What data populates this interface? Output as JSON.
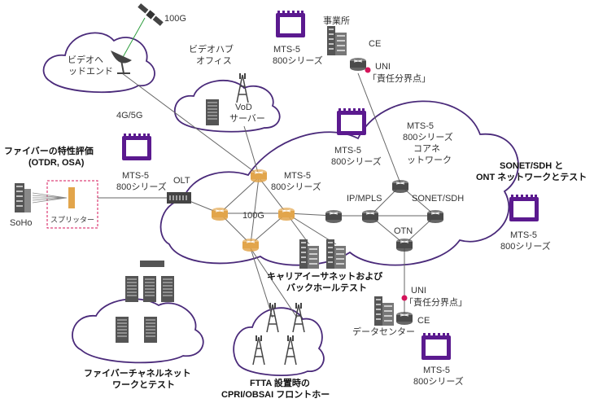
{
  "colors": {
    "cloud": "#4a2a7a",
    "device": "#5b1a8f",
    "router_gold": "#e2a54b",
    "router_dark": "#4a4a4a",
    "link": "#666666",
    "uni_dot": "#d4145a",
    "splitter_box": "#d4145a",
    "satellite_link": "#2e9e3e"
  },
  "icons": {
    "satellite": "satellite-icon",
    "dish": "satellite-dish-icon",
    "tower": "cell-tower-icon",
    "building": "building-icon",
    "server": "server-icon",
    "router": "router-icon",
    "test_device": "test-instrument-icon",
    "olt": "olt-icon",
    "splitter": "splitter-icon"
  },
  "labels": {
    "sat_100g": "100G",
    "video_headend_1": "ビデオヘ",
    "video_headend_2": "ッドエンド",
    "link_4g5g": "4G/5G",
    "video_hub_1": "ビデオハブ",
    "video_hub_2": "オフィス",
    "vod_1": "VoD",
    "vod_2": "サーバー",
    "office": "事業所",
    "ce_top": "CE",
    "uni_top": "UNI",
    "resp_top": "「責任分界点」",
    "core_1": "コアネ",
    "core_2": "ットワーク",
    "ipmpls": "IP/MPLS",
    "sonet_sdh": "SONET/SDH",
    "otn": "OTN",
    "center_100g": "100G",
    "olt": "OLT",
    "soho": "SoHo",
    "splitter": "スプリッター",
    "fiber_title_1": "ファイバーの特性評価",
    "fiber_title_2": "(OTDR, OSA)",
    "sonet_title_1": "SONET/SDH と",
    "sonet_title_2": "ONT ネットワークとテスト",
    "carrier_1": "キャリアイーサネットおよび",
    "carrier_2": "バックホールテスト",
    "uni_bottom": "UNI",
    "resp_bottom": "「責任分界点」",
    "ce_bottom": "CE",
    "datacenter": "データセンター",
    "fc_1": "ファイバーチャネルネット",
    "fc_2": "ワークとテスト",
    "ftta_1": "FTTA 設置時の",
    "ftta_2": "CPRI/OBSAI フロントホー"
  },
  "devices": {
    "mts_top": {
      "name": "MTS-5",
      "series": "800シリーズ"
    },
    "mts_core": {
      "name": "MTS-5",
      "series": "800シリーズ"
    },
    "mts_core2": {
      "name": "MTS-5",
      "series": "800シリーズ"
    },
    "mts_left": {
      "name": "MTS-5",
      "series": "800シリーズ"
    },
    "mts_center": {
      "name": "MTS-5",
      "series": "800シリーズ"
    },
    "mts_right": {
      "name": "MTS-5",
      "series": "800シリーズ"
    },
    "mts_bottom": {
      "name": "MTS-5",
      "series": "800シリーズ"
    }
  }
}
